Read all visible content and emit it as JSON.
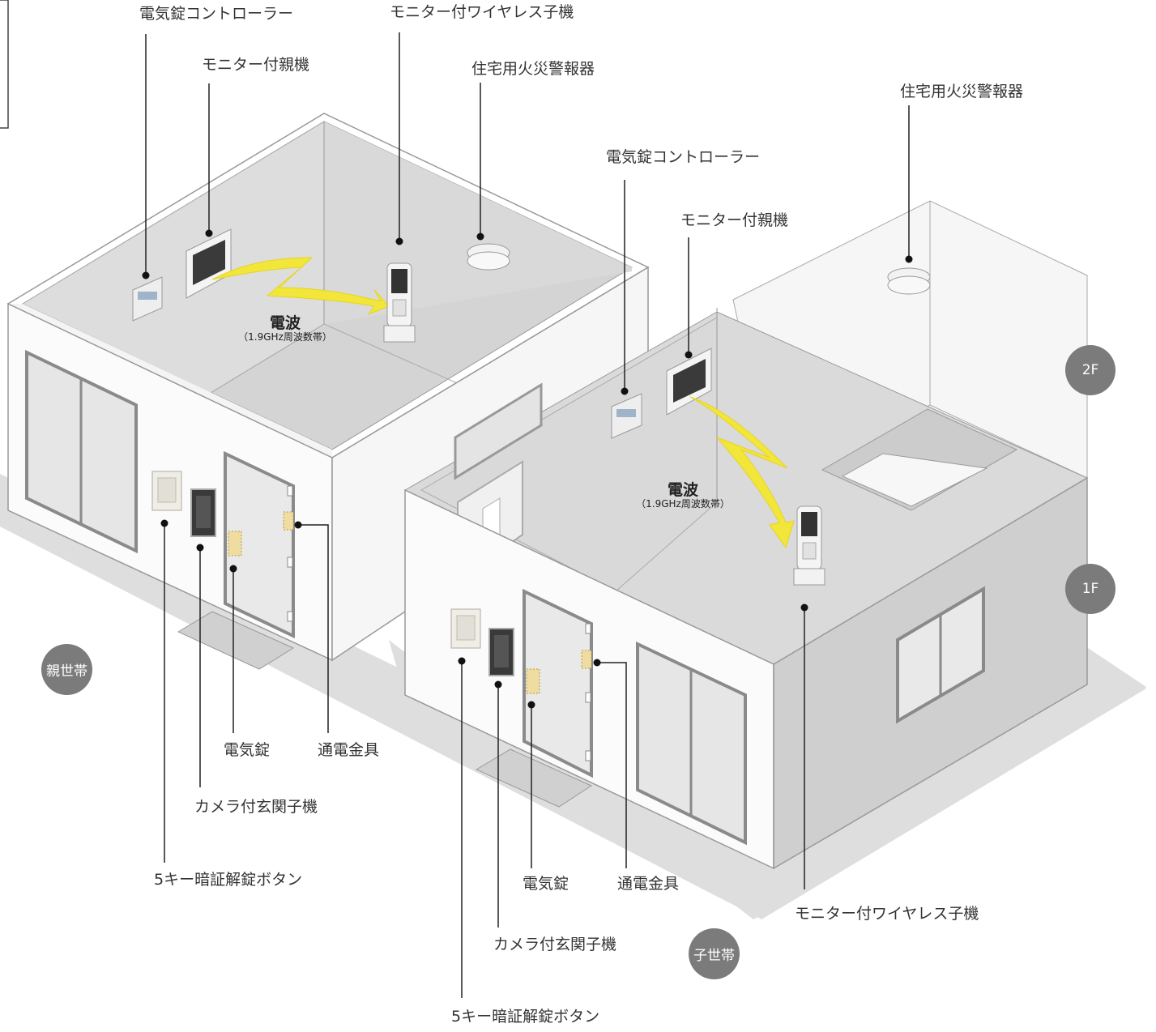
{
  "parent_household": {
    "badge": "親世帯",
    "lock_controller": "電気錠コントローラー",
    "monitor_main": "モニター付親機",
    "wireless_handset": "モニター付ワイヤレス子機",
    "fire_alarm": "住宅用火災警報器",
    "wave_title": "電波",
    "wave_freq": "（1.9GHz周波数帯）",
    "electric_lock": "電気錠",
    "power_fitting": "通電金具",
    "camera_door_station": "カメラ付玄関子機",
    "key_button": "5キー暗証解錠ボタン"
  },
  "child_household": {
    "badge": "子世帯",
    "fire_alarm": "住宅用火災警報器",
    "lock_controller": "電気錠コントローラー",
    "monitor_main": "モニター付親機",
    "wave_title": "電波",
    "wave_freq": "（1.9GHz周波数帯）",
    "wireless_handset": "モニター付ワイヤレス子機",
    "electric_lock": "電気錠",
    "power_fitting": "通電金具",
    "camera_door_station": "カメラ付玄関子機",
    "key_button": "5キー暗証解錠ボタン"
  },
  "floors": {
    "second": "2F",
    "first": "1F"
  },
  "colors": {
    "wave_arrow": "#f2e63a",
    "badge": "#7b7b7b",
    "ground": "#dcdcdc",
    "wall_shade": "#cfcfcf"
  }
}
